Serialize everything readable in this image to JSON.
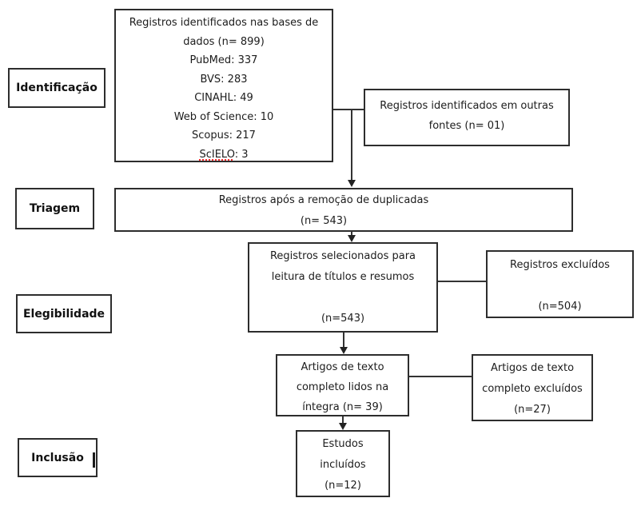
{
  "colors": {
    "box_border": "#2d2d2d",
    "connector": "#333333",
    "spellcheck_underline": "#ff2a2a"
  },
  "flow": {
    "identification": {
      "label": "Identificação",
      "databases_box": {
        "title_line1": "Registros identificados nas bases de",
        "title_line2": "dados (n= 899)",
        "pubmed": "PubMed: 337",
        "bvs": "BVS: 283",
        "cinahl": "CINAHL: 49",
        "web_of_science": "Web of Science: 10",
        "scopus": "Scopus: 217",
        "scielo_word": "ScIELO",
        "scielo_rest": ": 3"
      },
      "other_sources_box": {
        "line1": "Registros identificados em outras",
        "line2": "fontes (n= 01)"
      }
    },
    "screening": {
      "label": "Triagem",
      "after_duplicates_box": {
        "line1": "Registros após a remoção de duplicadas",
        "line2": "(n= 543)"
      },
      "selected_box": {
        "line1": "Registros selecionados para",
        "line2": "leitura de títulos e resumos",
        "line3": "(n=543)"
      },
      "excluded_box": {
        "line1": "Registros excluídos",
        "line2": "(n=504)"
      }
    },
    "eligibility": {
      "label": "Elegibilidade",
      "fulltext_box": {
        "line1": "Artigos de texto",
        "line2": "completo lidos na",
        "line3": "íntegra (n= 39)"
      },
      "fulltext_excluded_box": {
        "line1": "Artigos de texto",
        "line2": "completo excluídos",
        "line3": "(n=27)"
      }
    },
    "inclusion": {
      "label": "Inclusão",
      "included_box": {
        "line1": "Estudos",
        "line2": "incluídos",
        "line3": "(n=12)"
      }
    }
  }
}
